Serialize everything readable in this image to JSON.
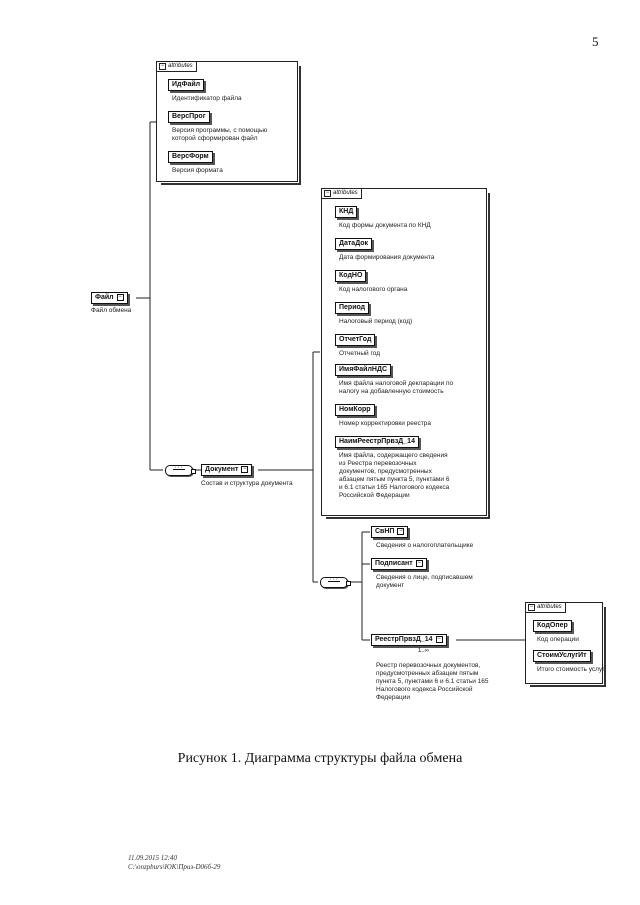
{
  "page_number": "5",
  "caption": "Рисунок 1. Диаграмма структуры файла обмена",
  "footer": {
    "line1": "11.09.2015 12:40",
    "line2": "C:\\onzpburs\\ЮК\\Приз-D06б-29"
  },
  "attributes_label": "attributes",
  "root": {
    "name": "Файл",
    "desc": "Файл обмена"
  },
  "file_attributes": [
    {
      "name": "ИдФайл",
      "desc": [
        "Идентификатор файла"
      ]
    },
    {
      "name": "ВерсПрог",
      "desc": [
        "Версия программы, с помощью",
        "которой сформирован файл"
      ]
    },
    {
      "name": "ВерсФорм",
      "desc": [
        "Версия формата"
      ]
    }
  ],
  "document": {
    "name": "Документ",
    "desc": "Состав и структура документа"
  },
  "document_attributes": [
    {
      "name": "КНД",
      "desc": [
        "Код формы документа по КНД"
      ]
    },
    {
      "name": "ДатаДок",
      "desc": [
        "Дата формирования документа"
      ]
    },
    {
      "name": "КодНО",
      "desc": [
        "Код налогового органа"
      ]
    },
    {
      "name": "Период",
      "desc": [
        "Налоговый период (код)"
      ]
    },
    {
      "name": "ОтчетГод",
      "desc": [
        "Отчетный год"
      ]
    },
    {
      "name": "ИмяФайлНДС",
      "desc": [
        "Имя файла налоговой декларации по",
        "налогу на добавленную стоимость"
      ]
    },
    {
      "name": "НомКорр",
      "desc": [
        "Номер корректировки реестра"
      ]
    },
    {
      "name": "НаимРеестрПрвзД_14",
      "desc": [
        "Имя файла, содержащего сведения",
        "из Реестра перевозочных",
        "документов, предусмотренных",
        "абзацем пятым пункта 5, пунктами 6",
        "и 6.1 статьи 165 Налогового кодекса",
        "Российской Федерации"
      ]
    }
  ],
  "document_children": [
    {
      "name": "СвНП",
      "desc": [
        "Сведения о налогоплательщике"
      ]
    },
    {
      "name": "Подписант",
      "desc": [
        "Сведения о лице, подписавшем",
        "документ"
      ]
    },
    {
      "name": "РеестрПрвзД_14",
      "multiplicity": "1..∞",
      "desc": [
        "Реестр перевозочных документов,",
        "предусмотренных абзацем пятым",
        "пункта 5, пунктами 6 и 6.1 статьи 165",
        "Налогового кодекса Российской",
        "Федерации"
      ]
    }
  ],
  "registry_attributes": [
    {
      "name": "КодОпер",
      "desc": [
        "Код операции"
      ]
    },
    {
      "name": "СтоимУслугИт",
      "desc": [
        "Итого стоимость услуг"
      ]
    }
  ]
}
